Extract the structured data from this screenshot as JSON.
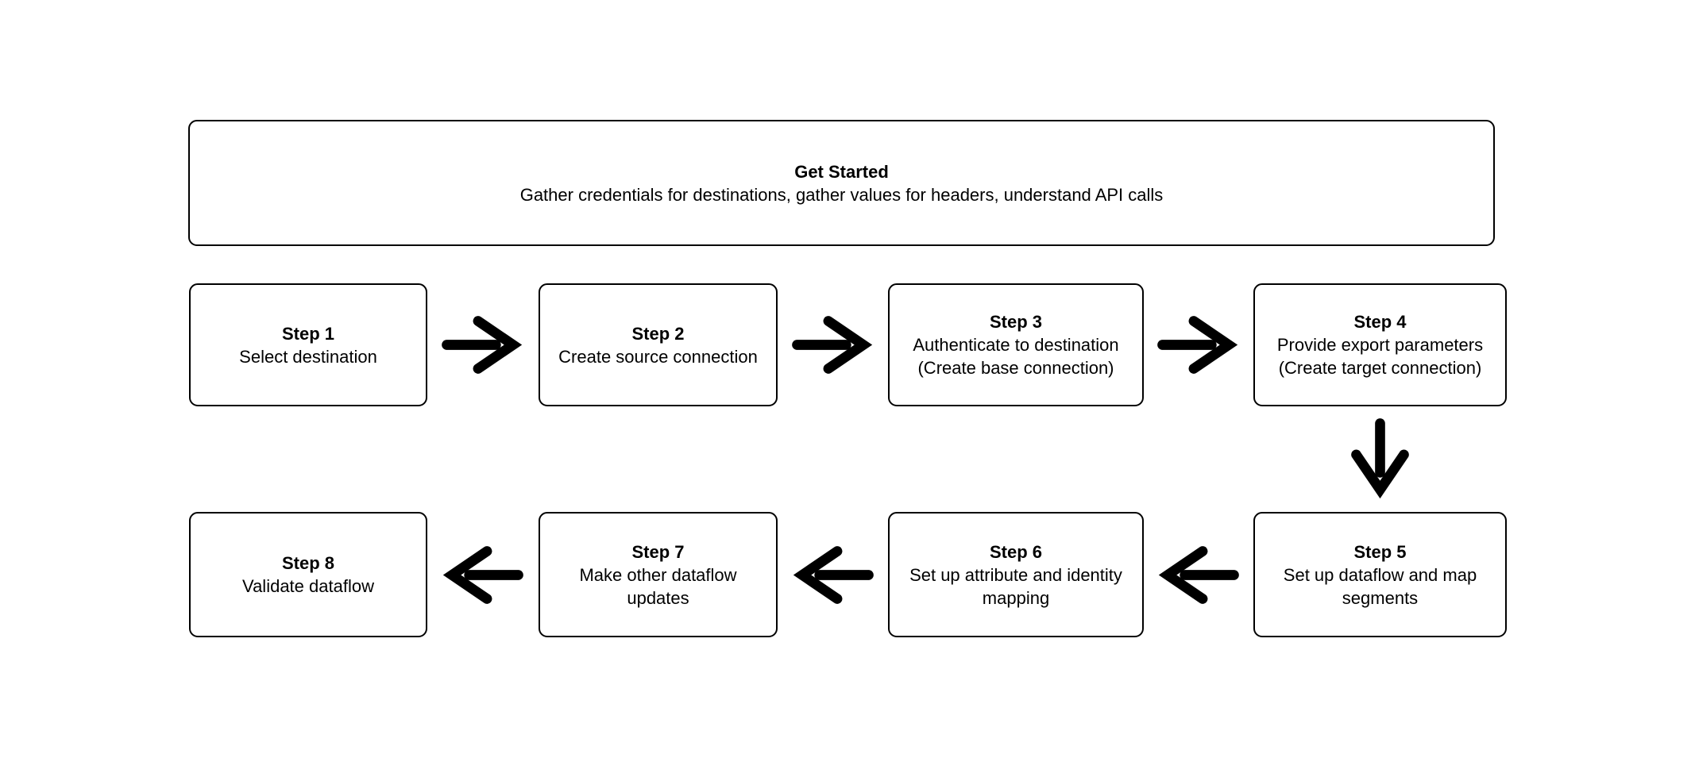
{
  "diagram": {
    "type": "flowchart",
    "colors": {
      "background": "#ffffff",
      "box_fill": "#ffffff",
      "stroke": "#000000",
      "text": "#000000",
      "arrow": "#000000"
    },
    "header": {
      "title": "Get Started",
      "subtitle": "Gather credentials for destinations, gather values for headers, understand API calls"
    },
    "steps": [
      {
        "title": "Step 1",
        "lines": [
          "Select destination"
        ]
      },
      {
        "title": "Step 2",
        "lines": [
          "Create source connection"
        ]
      },
      {
        "title": "Step 3",
        "lines": [
          "Authenticate to destination",
          "(Create base connection)"
        ]
      },
      {
        "title": "Step 4",
        "lines": [
          "Provide export parameters",
          "(Create target connection)"
        ]
      },
      {
        "title": "Step 5",
        "lines": [
          "Set up dataflow and map",
          "segments"
        ]
      },
      {
        "title": "Step 6",
        "lines": [
          "Set up attribute and identity",
          "mapping"
        ]
      },
      {
        "title": "Step 7",
        "lines": [
          "Make other dataflow",
          "updates"
        ]
      },
      {
        "title": "Step 8",
        "lines": [
          "Validate dataflow"
        ]
      }
    ],
    "connections": [
      {
        "from": "Step 1",
        "to": "Step 2",
        "direction": "right"
      },
      {
        "from": "Step 2",
        "to": "Step 3",
        "direction": "right"
      },
      {
        "from": "Step 3",
        "to": "Step 4",
        "direction": "right"
      },
      {
        "from": "Step 4",
        "to": "Step 5",
        "direction": "down"
      },
      {
        "from": "Step 5",
        "to": "Step 6",
        "direction": "left"
      },
      {
        "from": "Step 6",
        "to": "Step 7",
        "direction": "left"
      },
      {
        "from": "Step 7",
        "to": "Step 8",
        "direction": "left"
      }
    ]
  }
}
